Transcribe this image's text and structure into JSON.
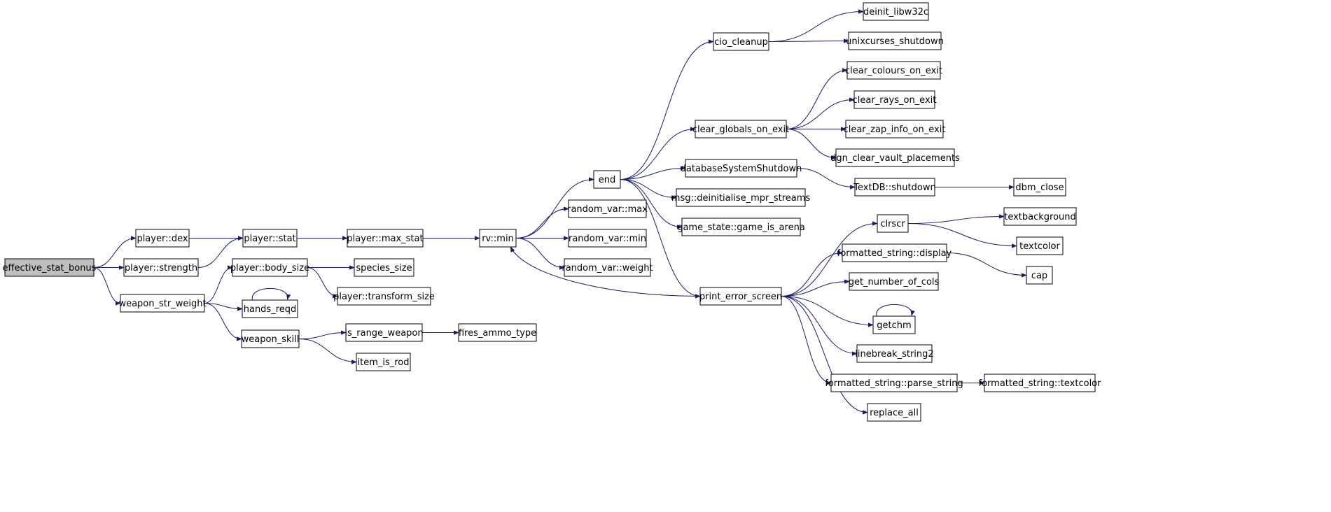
{
  "colors": {
    "edge": "#191970",
    "node_fill": "#ffffff",
    "root_fill": "#bfbfbf",
    "node_border": "#000000"
  },
  "graph": {
    "nodes": [
      {
        "id": "effective_stat_bonus",
        "label": "effective_stat_bonus",
        "root": true
      },
      {
        "id": "player_dex",
        "label": "player::dex"
      },
      {
        "id": "player_strength",
        "label": "player::strength"
      },
      {
        "id": "weapon_str_weight",
        "label": "weapon_str_weight"
      },
      {
        "id": "player_stat",
        "label": "player::stat"
      },
      {
        "id": "player_body_size",
        "label": "player::body_size"
      },
      {
        "id": "hands_reqd",
        "label": "hands_reqd"
      },
      {
        "id": "weapon_skill",
        "label": "weapon_skill"
      },
      {
        "id": "player_max_stat",
        "label": "player::max_stat"
      },
      {
        "id": "species_size",
        "label": "species_size"
      },
      {
        "id": "player_transform_size",
        "label": "player::transform_size"
      },
      {
        "id": "is_range_weapon",
        "label": "is_range_weapon"
      },
      {
        "id": "item_is_rod",
        "label": "item_is_rod"
      },
      {
        "id": "fires_ammo_type",
        "label": "fires_ammo_type"
      },
      {
        "id": "rv_min",
        "label": "rv::min"
      },
      {
        "id": "end",
        "label": "end"
      },
      {
        "id": "random_var_max",
        "label": "random_var::max"
      },
      {
        "id": "random_var_min",
        "label": "random_var::min"
      },
      {
        "id": "random_var_weight",
        "label": "random_var::weight"
      },
      {
        "id": "cio_cleanup",
        "label": "cio_cleanup"
      },
      {
        "id": "clear_globals_on_exit",
        "label": "clear_globals_on_exit"
      },
      {
        "id": "databaseSystemShutdown",
        "label": "databaseSystemShutdown"
      },
      {
        "id": "msg_deinitialise",
        "label": "msg::deinitialise_mpr_streams"
      },
      {
        "id": "game_is_arena",
        "label": "game_state::game_is_arena"
      },
      {
        "id": "print_error_screen",
        "label": "print_error_screen"
      },
      {
        "id": "deinit_libw32c",
        "label": "deinit_libw32c"
      },
      {
        "id": "unixcurses_shutdown",
        "label": "unixcurses_shutdown"
      },
      {
        "id": "clear_colours_on_exit",
        "label": "clear_colours_on_exit"
      },
      {
        "id": "clear_rays_on_exit",
        "label": "clear_rays_on_exit"
      },
      {
        "id": "clear_zap_info_on_exit",
        "label": "clear_zap_info_on_exit"
      },
      {
        "id": "dgn_clear_vault_placements",
        "label": "dgn_clear_vault_placements"
      },
      {
        "id": "textdb_shutdown",
        "label": "TextDB::shutdown"
      },
      {
        "id": "dbm_close",
        "label": "dbm_close"
      },
      {
        "id": "clrscr",
        "label": "clrscr"
      },
      {
        "id": "fs_display",
        "label": "formatted_string::display"
      },
      {
        "id": "get_number_of_cols",
        "label": "get_number_of_cols"
      },
      {
        "id": "getchm",
        "label": "getchm"
      },
      {
        "id": "linebreak_string2",
        "label": "linebreak_string2"
      },
      {
        "id": "fs_parse_string",
        "label": "formatted_string::parse_string"
      },
      {
        "id": "replace_all",
        "label": "replace_all"
      },
      {
        "id": "textbackground",
        "label": "textbackground"
      },
      {
        "id": "textcolor",
        "label": "textcolor"
      },
      {
        "id": "cap",
        "label": "cap"
      },
      {
        "id": "fs_textcolor",
        "label": "formatted_string::textcolor"
      }
    ],
    "edges": [
      [
        "effective_stat_bonus",
        "player_dex"
      ],
      [
        "effective_stat_bonus",
        "player_strength"
      ],
      [
        "effective_stat_bonus",
        "weapon_str_weight"
      ],
      [
        "player_dex",
        "player_stat"
      ],
      [
        "player_strength",
        "player_stat"
      ],
      [
        "weapon_str_weight",
        "player_body_size"
      ],
      [
        "weapon_str_weight",
        "hands_reqd"
      ],
      [
        "weapon_str_weight",
        "weapon_skill"
      ],
      [
        "hands_reqd",
        "hands_reqd"
      ],
      [
        "player_stat",
        "player_max_stat"
      ],
      [
        "player_body_size",
        "species_size"
      ],
      [
        "player_body_size",
        "player_transform_size"
      ],
      [
        "weapon_skill",
        "is_range_weapon"
      ],
      [
        "weapon_skill",
        "item_is_rod"
      ],
      [
        "is_range_weapon",
        "fires_ammo_type"
      ],
      [
        "player_max_stat",
        "rv_min"
      ],
      [
        "rv_min",
        "end"
      ],
      [
        "rv_min",
        "random_var_max"
      ],
      [
        "rv_min",
        "random_var_min"
      ],
      [
        "rv_min",
        "random_var_weight"
      ],
      [
        "end",
        "cio_cleanup"
      ],
      [
        "end",
        "clear_globals_on_exit"
      ],
      [
        "end",
        "databaseSystemShutdown"
      ],
      [
        "end",
        "msg_deinitialise"
      ],
      [
        "end",
        "game_is_arena"
      ],
      [
        "end",
        "print_error_screen"
      ],
      [
        "cio_cleanup",
        "deinit_libw32c"
      ],
      [
        "cio_cleanup",
        "unixcurses_shutdown"
      ],
      [
        "clear_globals_on_exit",
        "clear_colours_on_exit"
      ],
      [
        "clear_globals_on_exit",
        "clear_rays_on_exit"
      ],
      [
        "clear_globals_on_exit",
        "clear_zap_info_on_exit"
      ],
      [
        "clear_globals_on_exit",
        "dgn_clear_vault_placements"
      ],
      [
        "databaseSystemShutdown",
        "textdb_shutdown"
      ],
      [
        "textdb_shutdown",
        "dbm_close"
      ],
      [
        "print_error_screen",
        "rv_min"
      ],
      [
        "print_error_screen",
        "clrscr"
      ],
      [
        "print_error_screen",
        "fs_display"
      ],
      [
        "print_error_screen",
        "get_number_of_cols"
      ],
      [
        "print_error_screen",
        "getchm"
      ],
      [
        "print_error_screen",
        "linebreak_string2"
      ],
      [
        "print_error_screen",
        "fs_parse_string"
      ],
      [
        "print_error_screen",
        "replace_all"
      ],
      [
        "getchm",
        "getchm"
      ],
      [
        "clrscr",
        "textbackground"
      ],
      [
        "clrscr",
        "textcolor"
      ],
      [
        "fs_display",
        "cap"
      ],
      [
        "fs_parse_string",
        "fs_textcolor"
      ]
    ]
  }
}
